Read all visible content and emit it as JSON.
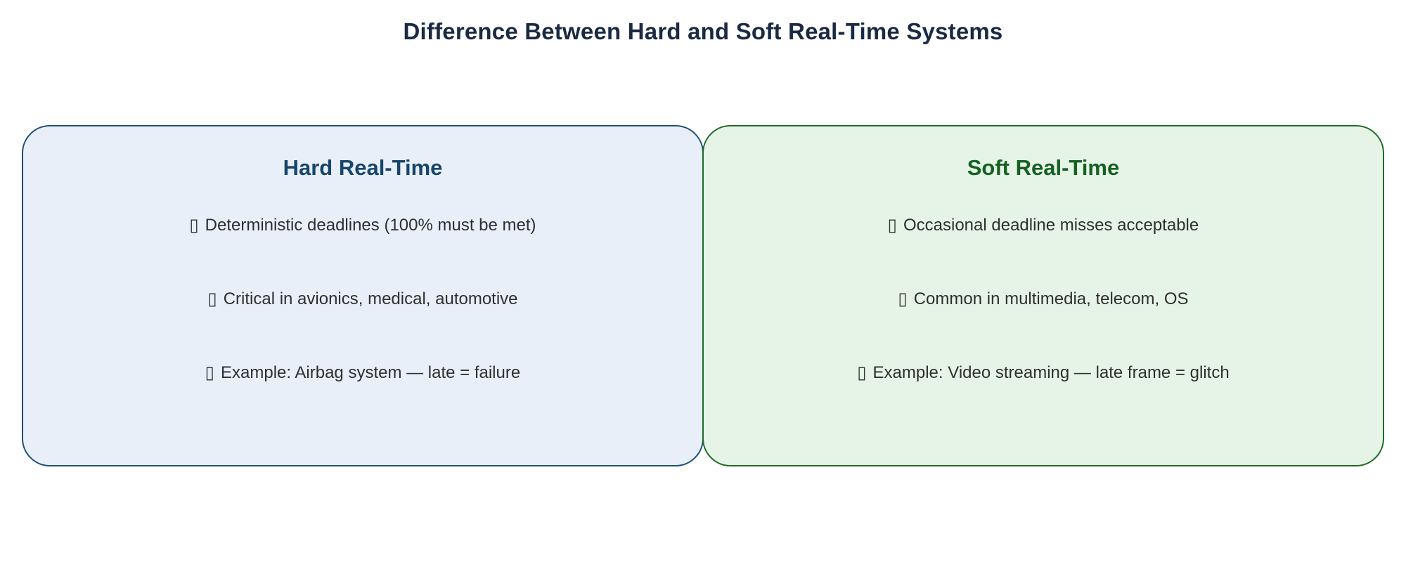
{
  "title": "Difference Between Hard and Soft Real-Time Systems",
  "colors": {
    "title_text": "#1b2a43",
    "hard_bg": "#e8eff8",
    "hard_border": "#1d4f76",
    "hard_title": "#17456b",
    "soft_bg": "#e6f4e7",
    "soft_border": "#1e6b27",
    "soft_title": "#156022",
    "body_text": "#2f2f2f"
  },
  "cards": [
    {
      "title": "Hard Real-Time",
      "items": [
        {
          "icon": "▯",
          "text": "Deterministic deadlines (100% must be met)"
        },
        {
          "icon": "▯",
          "text": "Critical in avionics, medical, automotive"
        },
        {
          "icon": "▯",
          "text": "Example: Airbag system — late = failure"
        }
      ]
    },
    {
      "title": "Soft Real-Time",
      "items": [
        {
          "icon": "▯",
          "text": "Occasional deadline misses acceptable"
        },
        {
          "icon": "▯",
          "text": "Common in multimedia, telecom, OS"
        },
        {
          "icon": "▯",
          "text": "Example: Video streaming — late frame = glitch"
        }
      ]
    }
  ]
}
